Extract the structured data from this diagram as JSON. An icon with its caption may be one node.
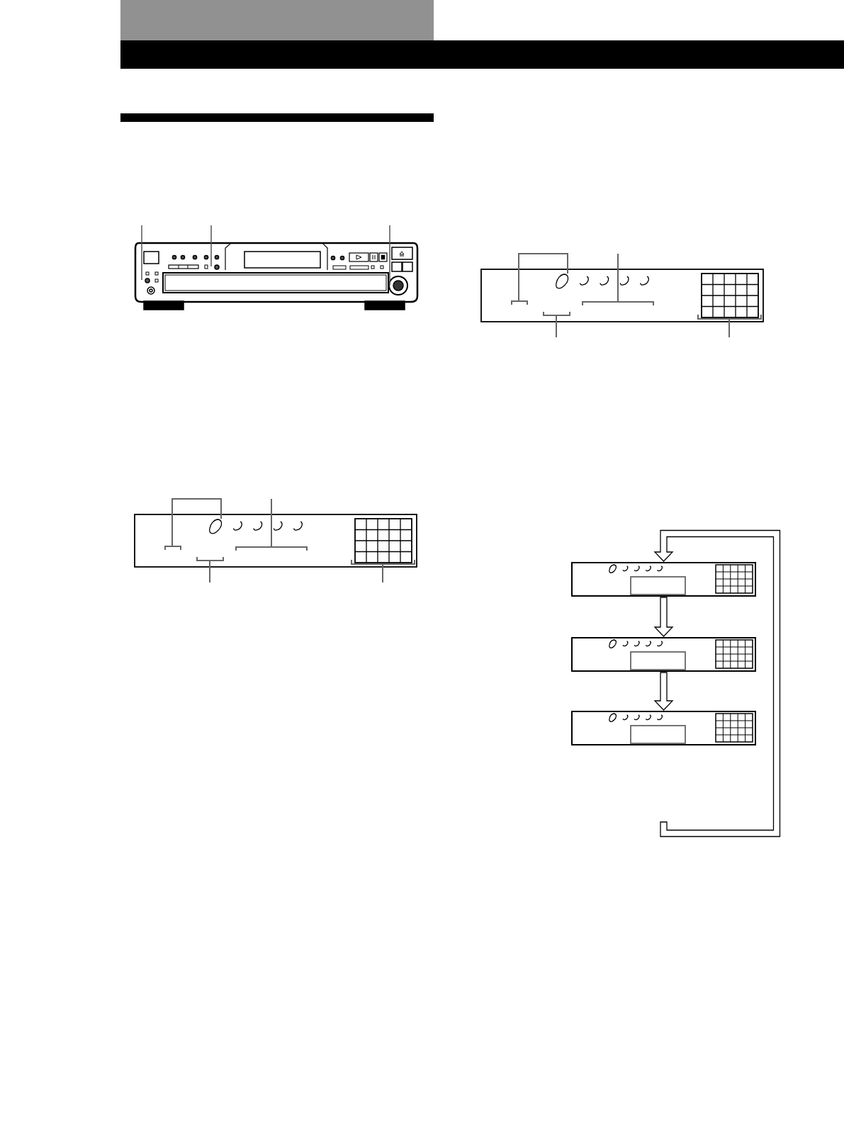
{
  "diagram": {
    "nodes": [
      {
        "text": [],
        "shape": "box"
      },
      {
        "text": [],
        "shape": "box"
      },
      {
        "text": [],
        "shape": "box"
      }
    ],
    "edges": [
      {
        "from": 0,
        "to": 1,
        "arrow": "to"
      },
      {
        "from": 1,
        "to": 2,
        "arrow": "to"
      },
      {
        "from": null,
        "to": 0,
        "arrow": "to"
      }
    ]
  }
}
